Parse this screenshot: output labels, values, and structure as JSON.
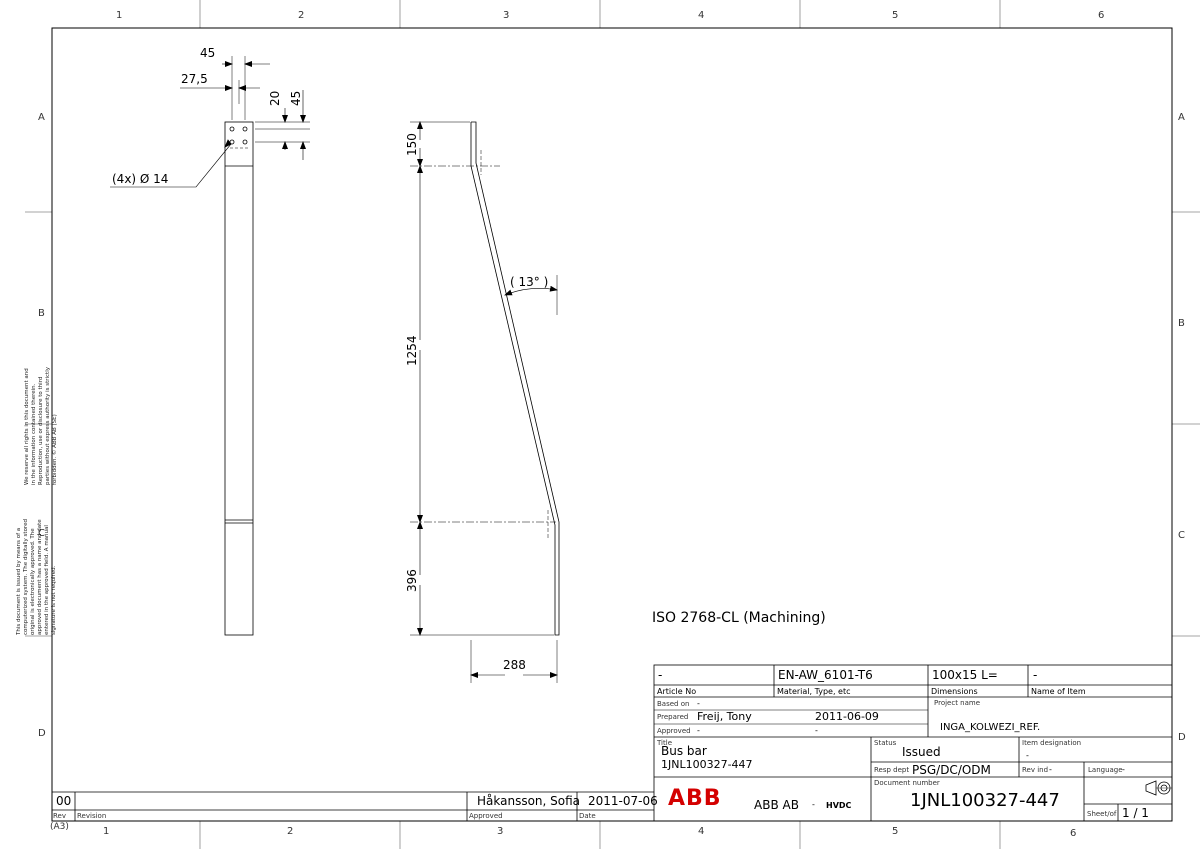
{
  "grid": {
    "columns_top": [
      "1",
      "2",
      "3",
      "4",
      "5",
      "6"
    ],
    "columns_bottom": [
      "1",
      "2",
      "3",
      "4",
      "5",
      "6"
    ],
    "rows_left": [
      "A",
      "B",
      "C",
      "D"
    ],
    "rows_right": [
      "A",
      "B",
      "C",
      "D"
    ]
  },
  "drawing": {
    "dims_front": {
      "d45_top": "45",
      "d27_5": "27,5",
      "d20": "20",
      "d45_side": "45",
      "holes": "(4x)  Ø 14"
    },
    "dims_side": {
      "d150": "150",
      "d1254": "1254",
      "d396": "396",
      "d288": "288",
      "angle": "( 13° )"
    },
    "tolerance_note": "ISO 2768-CL (Machining)"
  },
  "legal_notes": {
    "rights": "We reserve all rights in this document and in the information contained therein. Reproduction, use or disclosure to third parties without express authority is strictly forbidden. © ABB AB (SE)",
    "approval": "This document is issued by means of a computerized system. The digitally stored original is electronically approved. The approved document has a name and date entered in the approved field. A manual signature is not required."
  },
  "revision_block": {
    "rev": "00",
    "approved_by": "Håkansson, Sofia",
    "date": "2011-07-06",
    "labels": {
      "rev": "Rev",
      "revision": "Revision",
      "approved": "Approved",
      "date": "Date"
    },
    "sheet_size": "(A3)"
  },
  "title_block": {
    "article_no": "-",
    "article_no_label": "Article No",
    "material": "EN-AW_6101-T6",
    "material_label": "Material, Type, etc",
    "dimensions": "100x15 L=",
    "dimensions_label": "Dimensions",
    "name_of_item": "-",
    "name_of_item_label": "Name of Item",
    "based_on_label": "Based on",
    "based_on": "-",
    "prepared_label": "Prepared",
    "prepared_by": "Freij, Tony",
    "prepared_date": "2011-06-09",
    "approved_label": "Approved",
    "approved_by": "-",
    "approved_date": "-",
    "project_name_label": "Project name",
    "project_name": "INGA_KOLWEZI_REF.",
    "title_label": "Title",
    "title": "Bus bar",
    "subtitle": "1JNL100327-447",
    "status_label": "Status",
    "status": "Issued",
    "item_designation_label": "Item designation",
    "item_designation": "-",
    "resp_dept_label": "Resp dept",
    "resp_dept": "PSG/DC/ODM",
    "rev_ind_label": "Rev ind",
    "rev_ind": "-",
    "language_label": "Language",
    "language": "-",
    "company": "ABB AB",
    "division": "HVDC",
    "logo": "ABB",
    "doc_number_label": "Document number",
    "doc_number": "1JNL100327-447",
    "sheet_label": "Sheet/of",
    "sheet": "1  /  1"
  }
}
